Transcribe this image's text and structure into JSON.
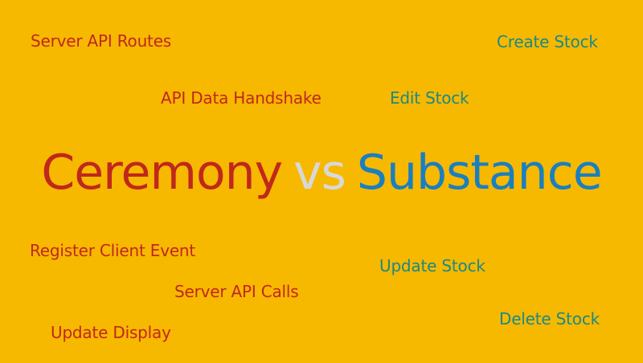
{
  "colors": {
    "background": "#F7B800",
    "ceremony": "#C0281C",
    "vs": "#D8D8D8",
    "substance_heading": "#1A7FC0",
    "substance_terms": "#1A8A84"
  },
  "headline": {
    "left": "Ceremony",
    "middle": "vs",
    "right": "Substance"
  },
  "ceremony_terms": [
    "Server API Routes",
    "API Data Handshake",
    "Register Client Event",
    "Server API Calls",
    "Update Display"
  ],
  "substance_terms": [
    "Create Stock",
    "Edit Stock",
    "Update Stock",
    "Delete Stock"
  ]
}
